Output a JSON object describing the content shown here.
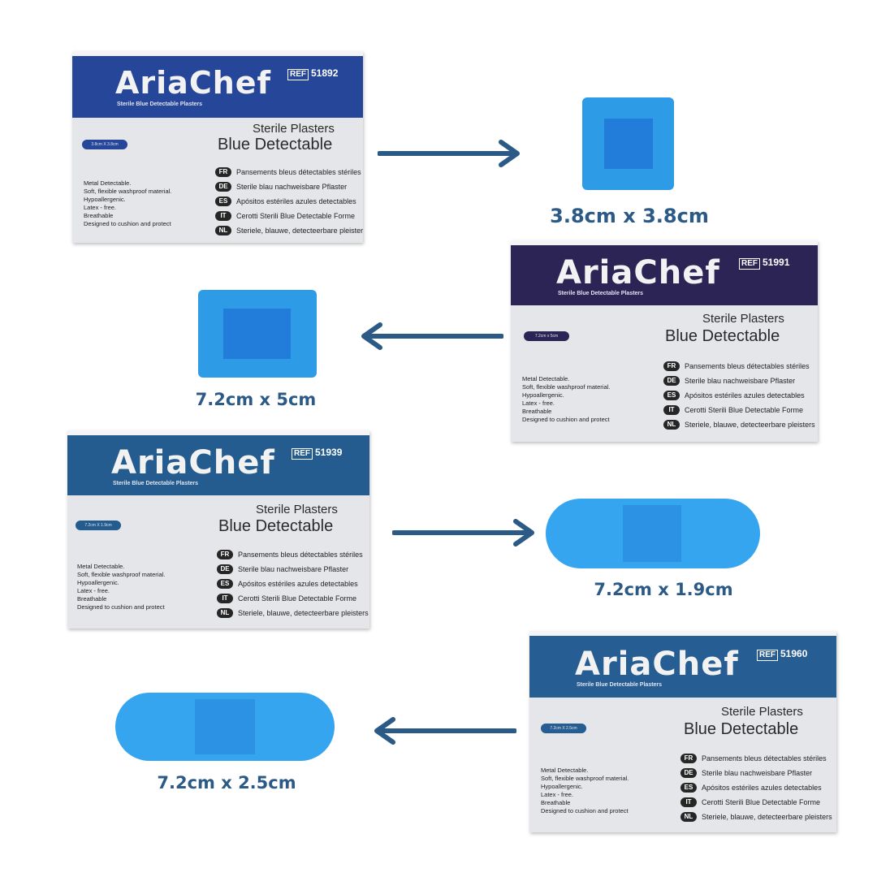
{
  "colors": {
    "arrow": "#2c5a87",
    "label": "#2c5a87",
    "plaster": "#2e9be6",
    "band_1": "#26469a",
    "band_2": "#2d2456",
    "band_3": "#245c8f",
    "band_4": "#265d92"
  },
  "boxes": [
    {
      "brand": "AriaChef",
      "tagline": "Sterile Blue Detectable Plasters",
      "ref_label": "REF",
      "ref_number": "51892",
      "size_text": "3.8cm X 3.8cm",
      "features": [
        "Metal Detectable.",
        "Soft, flexible washproof material.",
        "Hypoallergenic.",
        "Latex - free.",
        "Breathable",
        "Designed to cushion and protect"
      ],
      "title_line1": "Sterile Plasters",
      "title_line2": "Blue Detectable",
      "languages": [
        {
          "code": "FR",
          "text": "Pansements bleus détectables stériles"
        },
        {
          "code": "DE",
          "text": "Sterile blau nachweisbare Pflaster"
        },
        {
          "code": "ES",
          "text": "Apósitos estériles azules detectables"
        },
        {
          "code": "IT",
          "text": "Cerotti Sterili Blue Detectable Forme"
        },
        {
          "code": "NL",
          "text": "Steriele, blauwe, detecteerbare pleisters"
        }
      ]
    },
    {
      "brand": "AriaChef",
      "tagline": "Sterile Blue Detectable Plasters",
      "ref_label": "REF",
      "ref_number": "51991",
      "size_text": "7.2cm x 5cm",
      "features": [
        "Metal Detectable.",
        "Soft, flexible washproof material.",
        "Hypoallergenic.",
        "Latex - free.",
        "Breathable",
        "Designed to cushion and protect"
      ],
      "title_line1": "Sterile Plasters",
      "title_line2": "Blue Detectable",
      "languages": [
        {
          "code": "FR",
          "text": "Pansements bleus détectables stériles"
        },
        {
          "code": "DE",
          "text": "Sterile blau nachweisbare Pflaster"
        },
        {
          "code": "ES",
          "text": "Apósitos estériles azules detectables"
        },
        {
          "code": "IT",
          "text": "Cerotti Sterili Blue Detectable Forme"
        },
        {
          "code": "NL",
          "text": "Steriele, blauwe, detecteerbare pleisters"
        }
      ]
    },
    {
      "brand": "AriaChef",
      "tagline": "Sterile Blue Detectable Plasters",
      "ref_label": "REF",
      "ref_number": "51939",
      "size_text": "7.2cm X 1.9cm",
      "features": [
        "Metal Detectable.",
        "Soft, flexible washproof material.",
        "Hypoallergenic.",
        "Latex - free.",
        "Breathable",
        "Designed to cushion and protect"
      ],
      "title_line1": "Sterile Plasters",
      "title_line2": "Blue Detectable",
      "languages": [
        {
          "code": "FR",
          "text": "Pansements bleus détectables stériles"
        },
        {
          "code": "DE",
          "text": "Sterile blau nachweisbare Pflaster"
        },
        {
          "code": "ES",
          "text": "Apósitos estériles azules detectables"
        },
        {
          "code": "IT",
          "text": "Cerotti Sterili Blue Detectable Forme"
        },
        {
          "code": "NL",
          "text": "Steriele, blauwe, detecteerbare pleisters"
        }
      ]
    },
    {
      "brand": "AriaChef",
      "tagline": "Sterile Blue Detectable Plasters",
      "ref_label": "REF",
      "ref_number": "51960",
      "size_text": "7.2cm X 2.5cm",
      "features": [
        "Metal Detectable.",
        "Soft, flexible washproof material.",
        "Hypoallergenic.",
        "Latex - free.",
        "Breathable",
        "Designed to cushion and protect"
      ],
      "title_line1": "Sterile Plasters",
      "title_line2": "Blue Detectable",
      "languages": [
        {
          "code": "FR",
          "text": "Pansements bleus détectables stériles"
        },
        {
          "code": "DE",
          "text": "Sterile blau nachweisbare Pflaster"
        },
        {
          "code": "ES",
          "text": "Apósitos estériles azules detectables"
        },
        {
          "code": "IT",
          "text": "Cerotti Sterili Blue Detectable Forme"
        },
        {
          "code": "NL",
          "text": "Steriele, blauwe, detecteerbare pleisters"
        }
      ]
    }
  ],
  "sizes": [
    {
      "label": "3.8cm x 3.8cm",
      "shape": "square"
    },
    {
      "label": "7.2cm x 5cm",
      "shape": "rectangle"
    },
    {
      "label": "7.2cm x 1.9cm",
      "shape": "strip"
    },
    {
      "label": "7.2cm x 2.5cm",
      "shape": "strip"
    }
  ],
  "arrows": [
    {
      "direction": "right"
    },
    {
      "direction": "left"
    },
    {
      "direction": "right"
    },
    {
      "direction": "left"
    }
  ]
}
